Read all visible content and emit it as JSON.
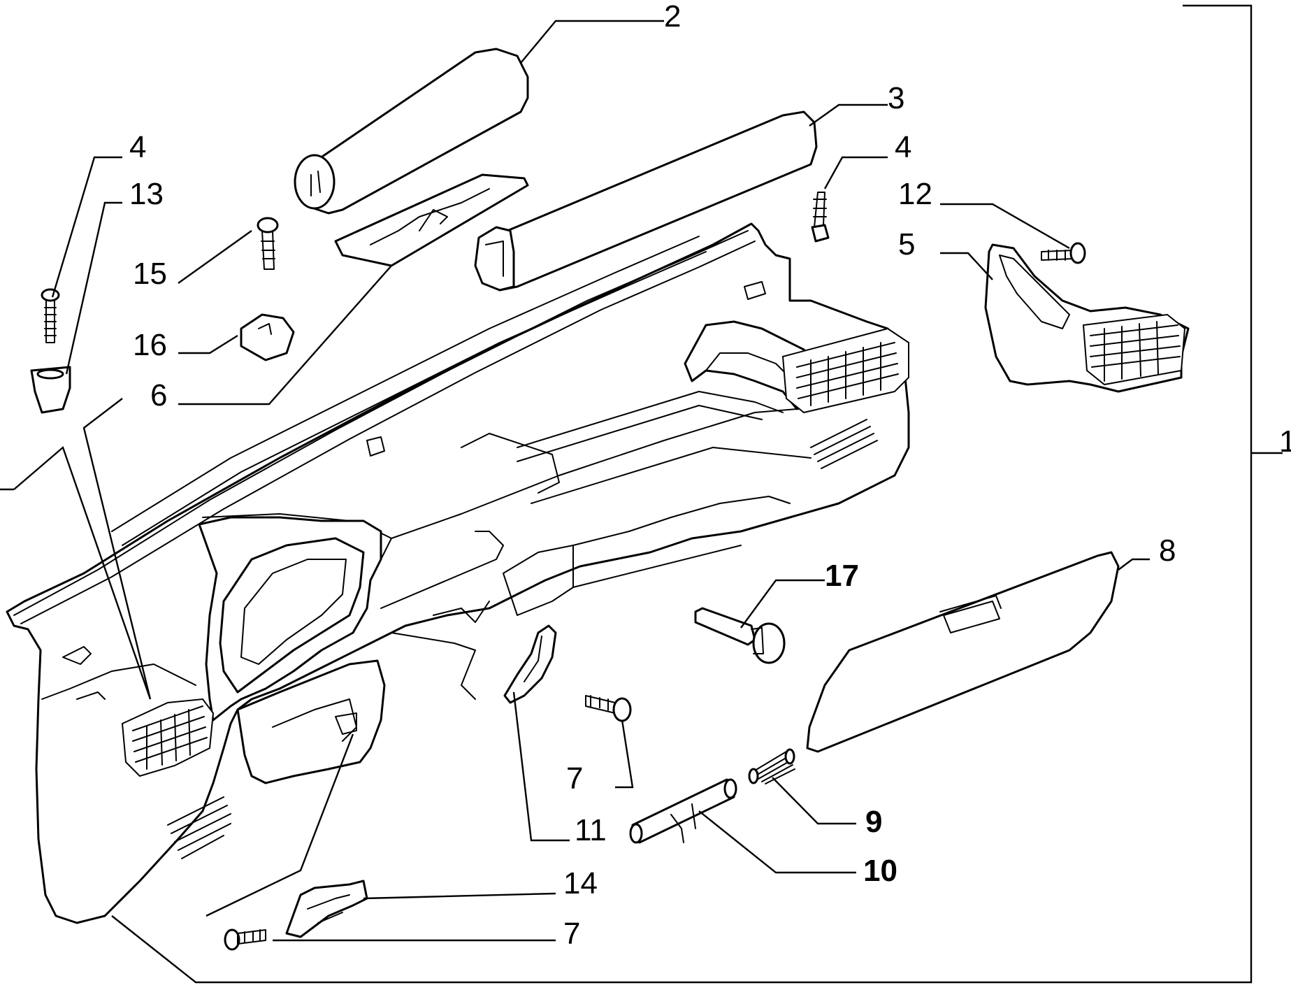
{
  "labels": {
    "l1": "1",
    "l2": "2",
    "l3": "3",
    "l4a": "4",
    "l4b": "4",
    "l5": "5",
    "l6": "6",
    "l7a": "7",
    "l7b": "7",
    "l8": "8",
    "l9": "9",
    "l10": "10",
    "l11": "11",
    "l12": "12",
    "l13": "13",
    "l14": "14",
    "l15": "15",
    "l16": "16",
    "l17": "17"
  }
}
